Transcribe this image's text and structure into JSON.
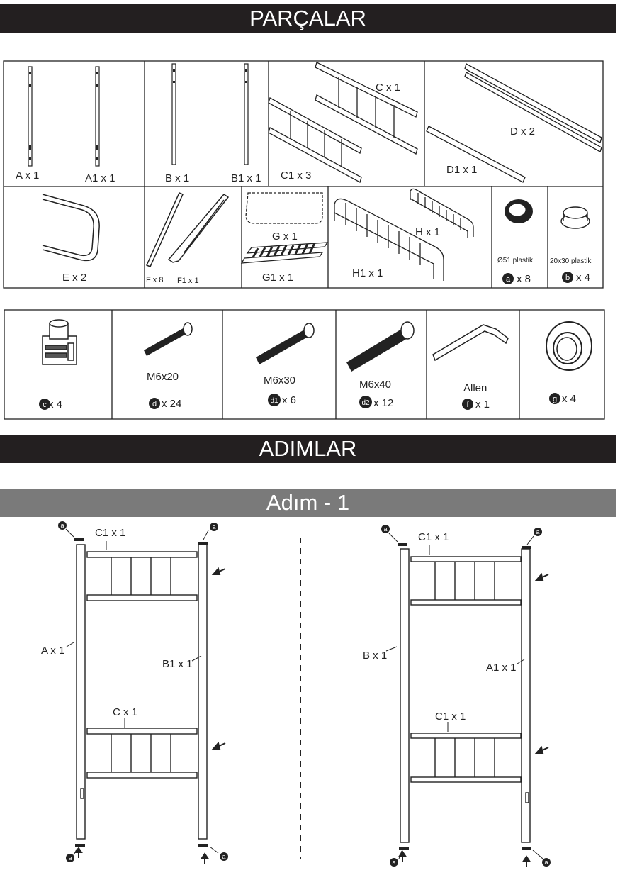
{
  "headers": {
    "parts": "PARÇALAR",
    "steps": "ADIMLAR",
    "step1": "Adım - 1"
  },
  "parts_row1": [
    {
      "id": "A",
      "label": "A x 1"
    },
    {
      "id": "A1",
      "label": "A1 x 1"
    },
    {
      "id": "B",
      "label": "B x 1"
    },
    {
      "id": "B1",
      "label": "B1 x 1"
    },
    {
      "id": "C",
      "label": "C x 1"
    },
    {
      "id": "C1",
      "label": "C1 x 3"
    },
    {
      "id": "D",
      "label": "D x 2"
    },
    {
      "id": "D1",
      "label": "D1 x 1"
    }
  ],
  "parts_row2": [
    {
      "id": "E",
      "label": "E x 2"
    },
    {
      "id": "F",
      "label": "F x 8"
    },
    {
      "id": "F1",
      "label": "F1 x 1"
    },
    {
      "id": "G",
      "label": "G x 1"
    },
    {
      "id": "G1",
      "label": "G1 x 1"
    },
    {
      "id": "H",
      "label": "H x 1"
    },
    {
      "id": "H1",
      "label": "H1 x 1"
    },
    {
      "id": "a",
      "desc": "Ø51 plastik",
      "letter": "a",
      "qty": "x 8"
    },
    {
      "id": "b",
      "desc": "20x30 plastik",
      "letter": "b",
      "qty": "x 4"
    }
  ],
  "hardware": [
    {
      "id": "c",
      "letter": "c",
      "qty": "x 4"
    },
    {
      "id": "d",
      "name": "M6x20",
      "letter": "d",
      "qty": "x 24"
    },
    {
      "id": "d1",
      "name": "M6x30",
      "letter": "d1",
      "qty": "x 6"
    },
    {
      "id": "d2",
      "name": "M6x40",
      "letter": "d2",
      "qty": "x 12"
    },
    {
      "id": "f",
      "name": "Allen",
      "letter": "f",
      "qty": "x 1"
    },
    {
      "id": "g",
      "letter": "g",
      "qty": "x 4"
    }
  ],
  "step1_left": {
    "top": "C1 x 1",
    "left": "A x 1",
    "right": "B1 x 1",
    "bottom": "C x 1",
    "cap": "a"
  },
  "step1_right": {
    "top": "C1 x 1",
    "left": "B x 1",
    "right": "A1 x 1",
    "bottom": "C1 x 1",
    "cap": "a"
  }
}
